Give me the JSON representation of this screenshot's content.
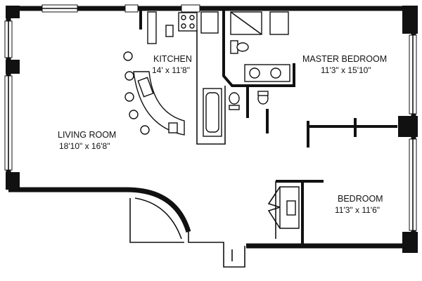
{
  "rooms": {
    "kitchen": {
      "name": "KITCHEN",
      "dims": "14' x 11'8\""
    },
    "master_bedroom": {
      "name": "MASTER BEDROOM",
      "dims": "11'3\" x 15'10\""
    },
    "living_room": {
      "name": "LIVING ROOM",
      "dims": "18'10\" x 16'8\""
    },
    "bedroom": {
      "name": "BEDROOM",
      "dims": "11'3\" x 11'6\""
    }
  }
}
